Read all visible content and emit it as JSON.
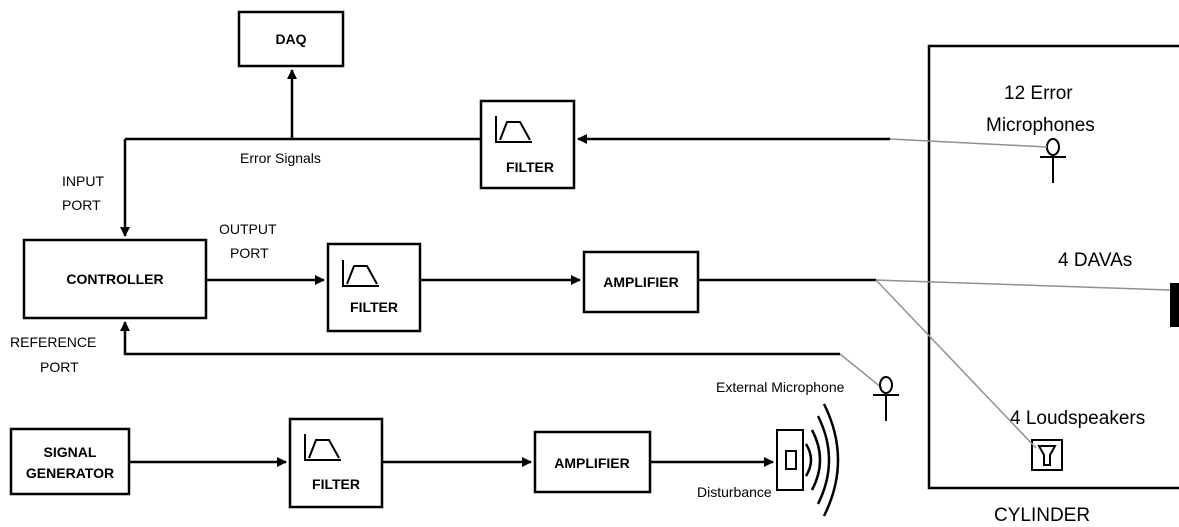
{
  "blocks": {
    "daq": "DAQ",
    "filter": "FILTER",
    "controller": "CONTROLLER",
    "amplifier": "AMPLIFIER",
    "signal_generator_line1": "SIGNAL",
    "signal_generator_line2": "GENERATOR"
  },
  "labels": {
    "error_signals": "Error Signals",
    "input_port_line1": "INPUT",
    "input_port_line2": "PORT",
    "output_port_line1": "OUTPUT",
    "output_port_line2": "PORT",
    "reference_port_line1": "REFERENCE",
    "reference_port_line2": "PORT",
    "external_microphone": "External Microphone",
    "disturbance": "Disturbance"
  },
  "cylinder": {
    "name": "CYLINDER",
    "error_mics_line1": "12 Error",
    "error_mics_line2": "Microphones",
    "davas": "4 DAVAs",
    "loudspeakers": "4 Loudspeakers"
  },
  "icons": [
    "filter-lowpass-icon",
    "microphone-icon",
    "loudspeaker-icon"
  ]
}
